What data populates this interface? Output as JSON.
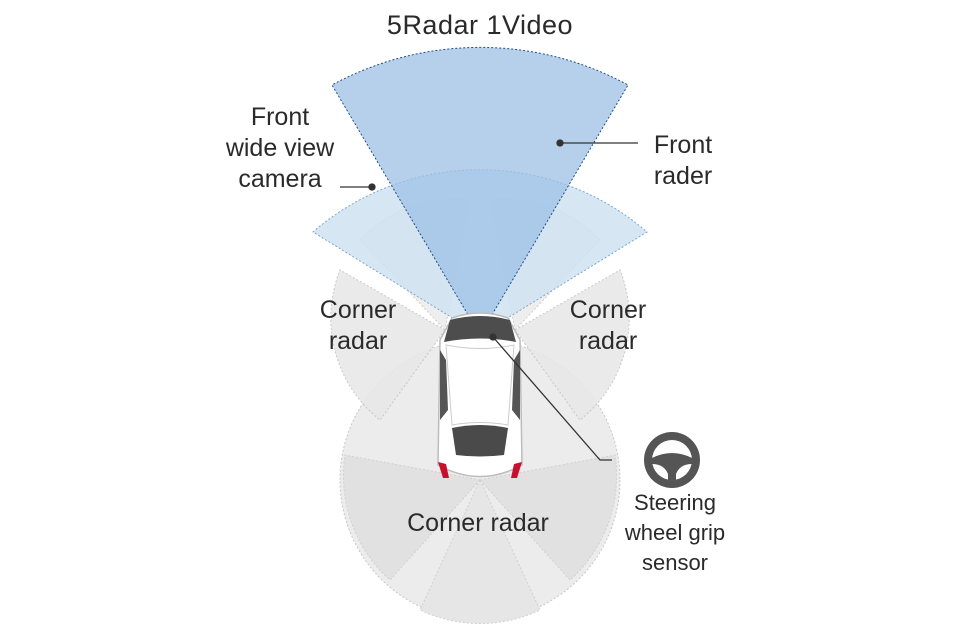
{
  "title": "5Radar 1Video",
  "labels": {
    "front_camera": [
      "Front",
      "wide view",
      "camera"
    ],
    "front_radar": [
      "Front",
      "rader"
    ],
    "corner_radar_left": [
      "Corner",
      "radar"
    ],
    "corner_radar_right": [
      "Corner",
      "radar"
    ],
    "corner_radar_rear": "Corner radar",
    "steering_sensor": [
      "Steering",
      "wheel grip",
      "sensor"
    ]
  },
  "colors": {
    "front_radar_fill": "#9ec0e6",
    "camera_fill": "#cfe2f0",
    "corner_fill": "#e6e6e6",
    "car_body": "#ffffff",
    "car_glass": "#555555",
    "tail_light": "#c8102e",
    "leader_line": "#333333"
  },
  "icons": [
    "steering-wheel-icon",
    "car-icon"
  ]
}
